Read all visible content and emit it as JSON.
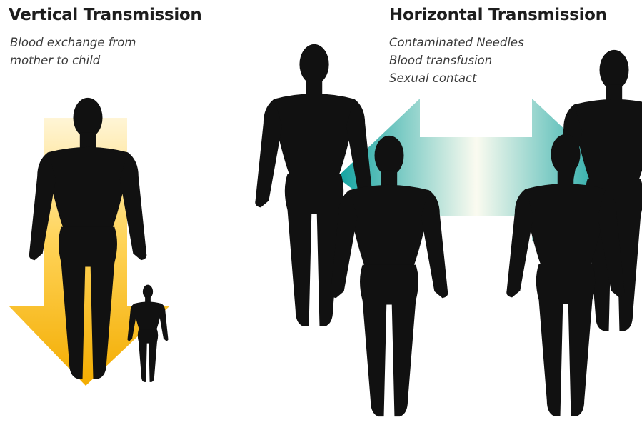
{
  "vertical": {
    "title": "Vertical Transmission",
    "description_lines": [
      "Blood exchange from",
      "mother to child"
    ],
    "arrow_direction": "down",
    "arrow_color": "#f5b400"
  },
  "horizontal": {
    "title": "Horizontal Transmission",
    "routes": [
      "Contaminated Needles",
      "Blood transfusion",
      "Sexual contact"
    ],
    "arrow_direction": "left-right",
    "arrow_color": "#1ba7a6"
  },
  "silhouette_color": "#111111"
}
